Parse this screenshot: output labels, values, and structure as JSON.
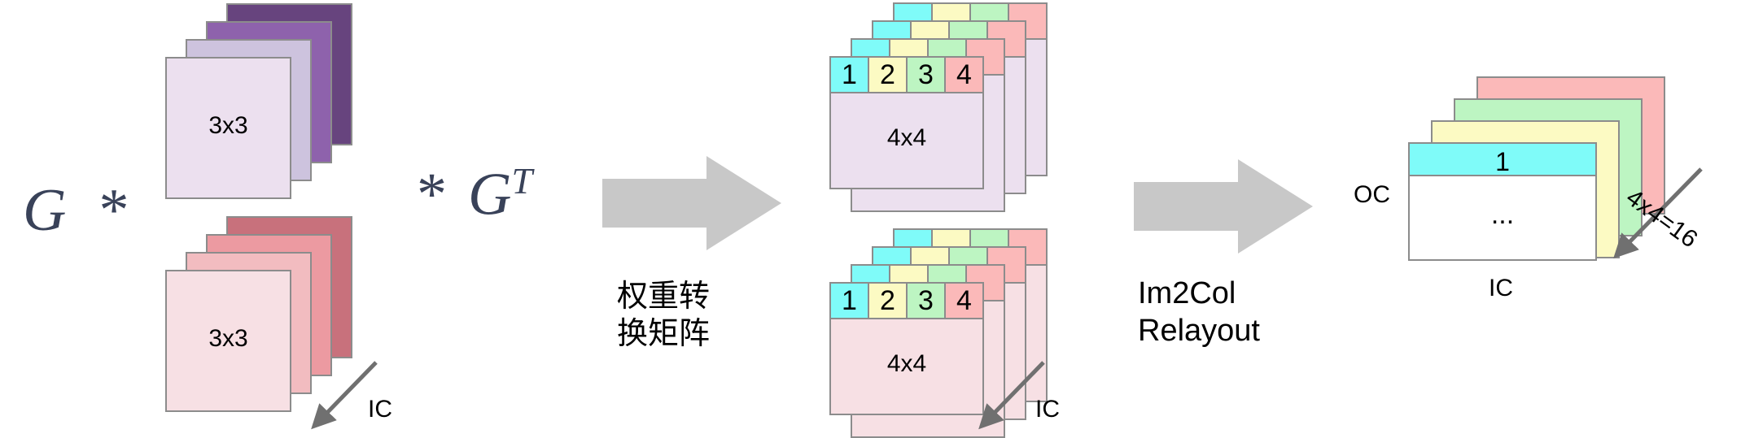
{
  "diagram": {
    "title_text_left": "G",
    "left_expr": {
      "symbol": "G",
      "operator": "*"
    },
    "right_expr": {
      "operator": "*",
      "symbol": "G",
      "superscript": "T"
    },
    "colors": {
      "stroke": "#8c8c8c",
      "arrow_gray": "#c8c8c8",
      "arrow_dark": "#707070",
      "math_text": "#394259",
      "purple_front": "#ece0ef",
      "purple_2": "#cdc3de",
      "purple_3": "#8e62ac",
      "purple_back": "#67447e",
      "pink_front": "#f7e0e4",
      "pink_2": "#f2bcc0",
      "pink_3": "#ec9aa1",
      "pink_back": "#c8717c",
      "cell_cyan": "#7ffbf9",
      "cell_yellow": "#fcfac3",
      "cell_green": "#bdf5c2",
      "cell_pink": "#fbb9b9",
      "body_purple": "#ece0ef",
      "body_pink": "#f7e0e4",
      "white": "#ffffff"
    }
  },
  "stage1": {
    "name": "3x3 weight tensors",
    "top_stack": {
      "label": "3x3",
      "layer_colors": [
        "#67447e",
        "#8e62ac",
        "#cdc3de",
        "#ece0ef"
      ]
    },
    "bottom_stack": {
      "label": "3x3",
      "layer_colors": [
        "#c8717c",
        "#ec9aa1",
        "#f2bcc0",
        "#f7e0e4"
      ]
    },
    "ic_label": "IC"
  },
  "step1": {
    "arrow_name": "transform-arrow",
    "caption": "权重转\n换矩阵"
  },
  "stage2": {
    "name": "4x4 transformed weights",
    "top_stack": {
      "label": "4x4",
      "body_color": "#ece0ef",
      "cells": [
        "1",
        "2",
        "3",
        "4"
      ],
      "cell_colors": [
        "#7ffbf9",
        "#fcfac3",
        "#bdf5c2",
        "#fbb9b9"
      ]
    },
    "bottom_stack": {
      "label": "4x4",
      "body_color": "#f7e0e4",
      "cells": [
        "1",
        "2",
        "3",
        "4"
      ],
      "cell_colors": [
        "#7ffbf9",
        "#fcfac3",
        "#bdf5c2",
        "#fbb9b9"
      ]
    },
    "ic_label": "IC"
  },
  "step2": {
    "arrow_name": "im2col-arrow",
    "caption": "Im2Col\nRelayout"
  },
  "stage3": {
    "name": "Im2Col relayout matrices",
    "layer_colors": [
      "#fbb9b9",
      "#bdf5c2",
      "#fcfac3",
      "#7ffbf9"
    ],
    "front_header_value": "1",
    "front_body_value": "...",
    "oc_label": "OC",
    "ic_label": "IC",
    "depth_label": "4x4=16"
  }
}
